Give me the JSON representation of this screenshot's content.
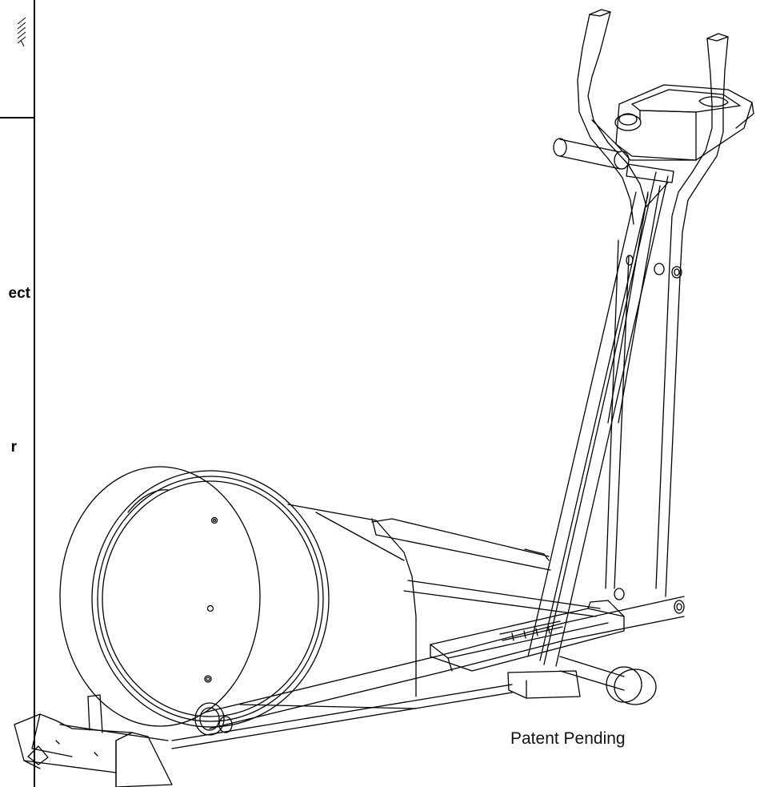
{
  "left_column": {
    "fragment_1": "ect",
    "fragment_2": "r"
  },
  "caption": {
    "patent_text": "Patent Pending"
  }
}
